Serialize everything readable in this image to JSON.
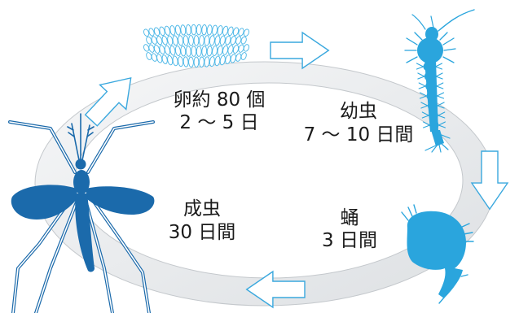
{
  "stages": {
    "egg": {
      "line1": "卵約 80 個",
      "line2": "2 〜 5 日"
    },
    "larva": {
      "line1": "幼虫",
      "line2": "7 〜 10 日間"
    },
    "pupa": {
      "line1": "蛹",
      "line2": "3 日間"
    },
    "adult": {
      "line1": "成虫",
      "line2": "30 日間"
    }
  },
  "icons": {
    "egg": "egg-raft-icon",
    "larva": "larva-icon",
    "pupa": "pupa-icon",
    "adult": "mosquito-icon",
    "arrows": [
      "arrow-right-icon",
      "arrow-down-icon",
      "arrow-left-icon",
      "arrow-up-right-icon"
    ]
  },
  "colors": {
    "ring_light": "#f6f7f8",
    "ring_dark": "#dde0e3",
    "ring_stroke": "#c4c8cc",
    "arrow_stroke": "#3aa8de",
    "egg_stroke": "#47b5e6",
    "larva": "#2aa5dd",
    "pupa": "#2aa5dd",
    "adult": "#1b6aab",
    "text": "#1b1b1b"
  }
}
